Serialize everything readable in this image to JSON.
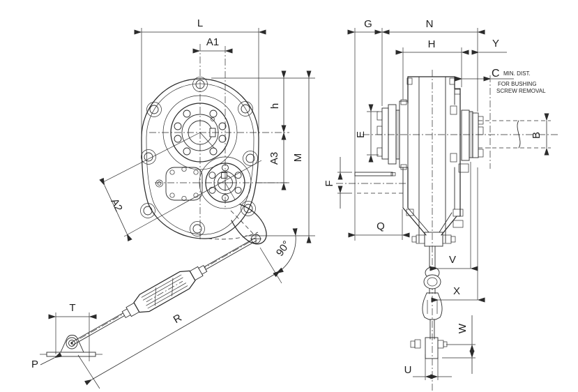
{
  "labels": {
    "front": {
      "L": "L",
      "A1": "A1",
      "h": "h",
      "A3": "A3",
      "M": "M",
      "A2": "A2",
      "angle90": "90°",
      "T": "T",
      "R": "R",
      "P": "P"
    },
    "side": {
      "G": "G",
      "N": "N",
      "H": "H",
      "Y": "Y",
      "C": "C",
      "min_dist": "MIN. DIST.",
      "note1": "FOR BUSHING",
      "note2": "SCREW REMOVAL",
      "E": "E",
      "B": "B",
      "F": "F",
      "Q": "Q",
      "V": "V",
      "X": "X",
      "W": "W",
      "U": "U"
    }
  },
  "colors": {
    "line": "#2b2b2b",
    "background": "#ffffff"
  }
}
